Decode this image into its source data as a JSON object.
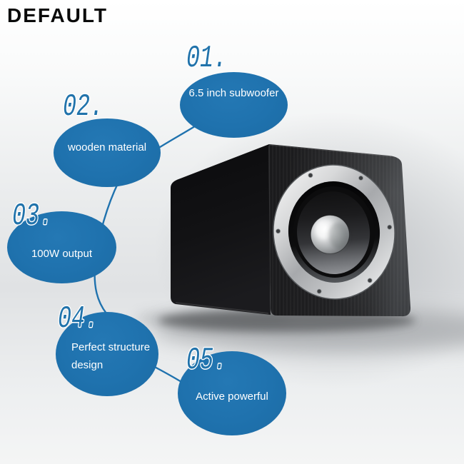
{
  "header": {
    "title": "DEFAULT"
  },
  "features": [
    {
      "number": "01.",
      "label": "6.5 inch subwoofer"
    },
    {
      "number": "02.",
      "label": "wooden material"
    },
    {
      "number": "03.",
      "label": "100W output"
    },
    {
      "number": "04.",
      "label": "Perfect structure design"
    },
    {
      "number": "05.",
      "label": "Active powerful"
    }
  ],
  "illustration": {
    "subject": "black wooden subwoofer speaker with silver-ringed driver"
  },
  "colors": {
    "bubble": "#1f72ae",
    "connector": "#1f72ae",
    "number_text": "#2173ab",
    "label_text": "#ffffff",
    "title_text": "#0a0a0a",
    "background_top": "#ffffff",
    "background_mid": "#e0e2e4"
  }
}
